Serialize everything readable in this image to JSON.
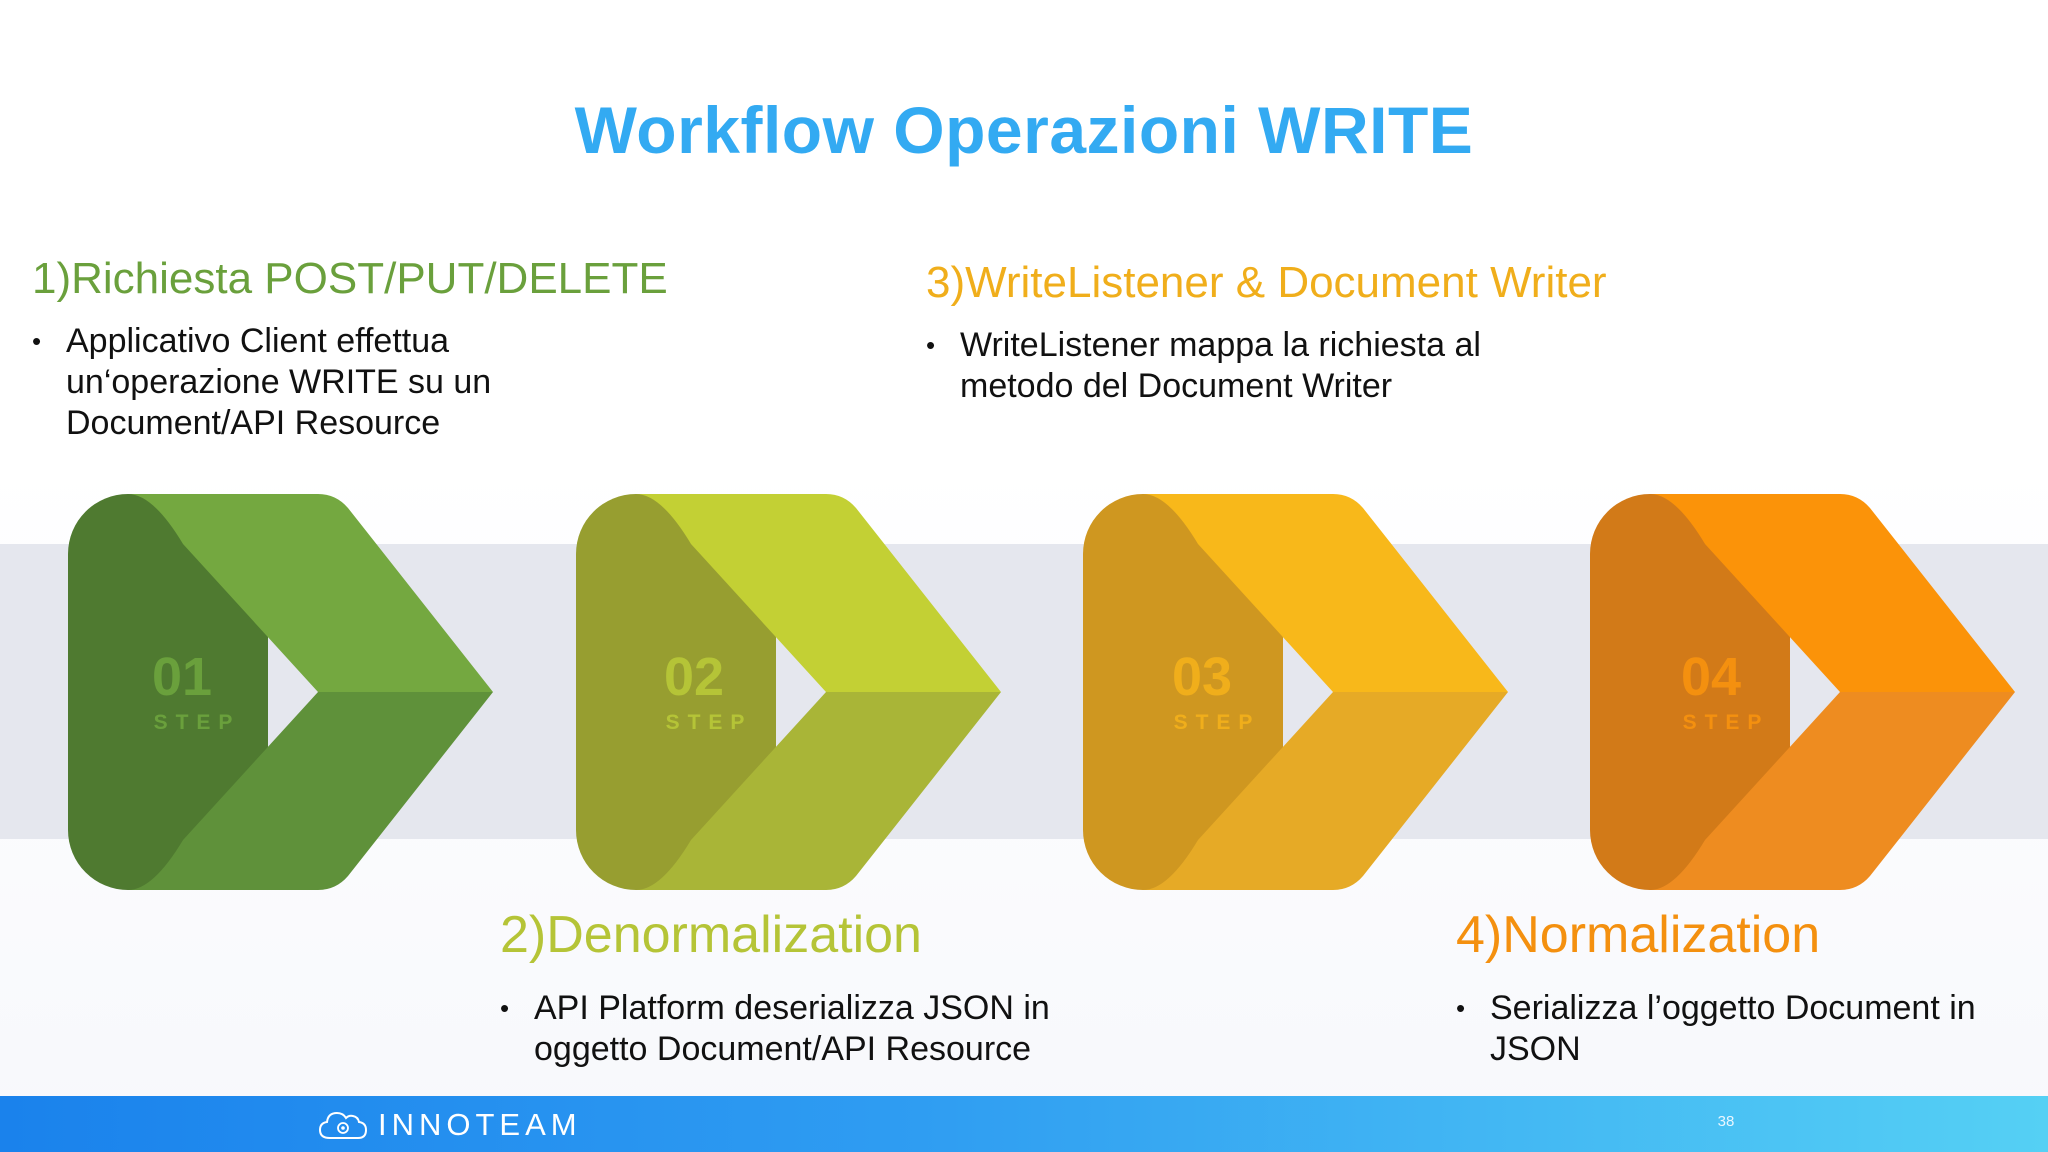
{
  "title": "Workflow Operazioni WRITE",
  "steps": [
    {
      "number": "01",
      "label": "STEP",
      "color": "#6aa03c",
      "color_top": "#74a840",
      "color_bottom": "#5f913a",
      "color_tail": "#4f7a30"
    },
    {
      "number": "02",
      "label": "STEP",
      "color": "#b5c437",
      "color_top": "#c3d034",
      "color_bottom": "#a9b537",
      "color_tail": "#979e30"
    },
    {
      "number": "03",
      "label": "STEP",
      "color": "#f0ae1b",
      "color_top": "#f8b81a",
      "color_bottom": "#e6aa26",
      "color_tail": "#cf9720"
    },
    {
      "number": "04",
      "label": "STEP",
      "color": "#f4900f",
      "color_top": "#fb9309",
      "color_bottom": "#ee8c20",
      "color_tail": "#d27a18"
    }
  ],
  "blocks": [
    {
      "title": "1)Richiesta POST/PUT/DELETE",
      "color": "#6aa03c",
      "bullet": "Applicativo Client effettua un‘operazione WRITE su un Document/API Resource"
    },
    {
      "title": "2)Denormalization",
      "color": "#b5c437",
      "bullet": "API Platform deserializza JSON in oggetto Document/API Resource"
    },
    {
      "title": "3)WriteListener & Document Writer",
      "color": "#f0ae1b",
      "bullet": "WriteListener mappa la richiesta al metodo del Document Writer"
    },
    {
      "title": "4)Normalization",
      "color": "#f4900f",
      "bullet": "Serializza l’oggetto Document in JSON"
    }
  ],
  "bullet_glyph": "•",
  "footer": {
    "logo_text": "INNOTEAM",
    "page_number": "38",
    "icon": "cloud-gear-icon"
  }
}
